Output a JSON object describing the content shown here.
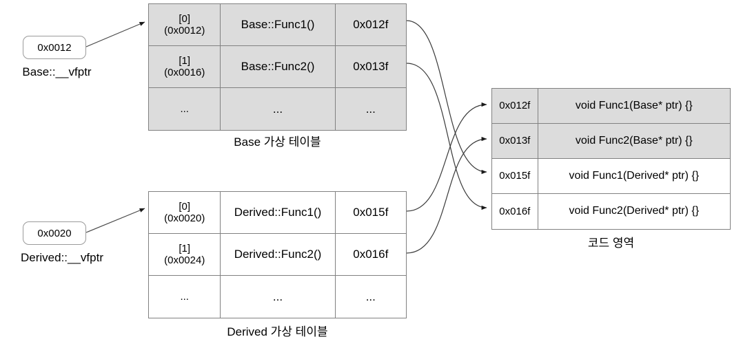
{
  "diagram": {
    "title": "C++ virtual table (vtable) layout diagram",
    "colors": {
      "fill_gray": "#dcdcdc",
      "fill_white": "#ffffff",
      "border": "#808080",
      "line": "#404040",
      "text": "#000000"
    }
  },
  "base_pointer": {
    "value": "0x0012",
    "label": "Base::__vfptr"
  },
  "derived_pointer": {
    "value": "0x0020",
    "label": "Derived::__vfptr"
  },
  "base_vtable": {
    "caption": "Base 가상 테이블",
    "fill": "gray",
    "rows": [
      {
        "index": "[0]\n(0x0012)",
        "name": "Base::Func1()",
        "address": "0x012f"
      },
      {
        "index": "[1]\n(0x0016)",
        "name": "Base::Func2()",
        "address": "0x013f"
      },
      {
        "index": "...",
        "name": "...",
        "address": "..."
      }
    ]
  },
  "derived_vtable": {
    "caption": "Derived 가상 테이블",
    "fill": "white",
    "rows": [
      {
        "index": "[0]\n(0x0020)",
        "name": "Derived::Func1()",
        "address": "0x015f"
      },
      {
        "index": "[1]\n(0x0024)",
        "name": "Derived::Func2()",
        "address": "0x016f"
      },
      {
        "index": "...",
        "name": "...",
        "address": "..."
      }
    ]
  },
  "code_area": {
    "caption": "코드 영역",
    "rows": [
      {
        "address": "0x012f",
        "signature": "void Func1(Base* ptr) {}",
        "fill": "gray"
      },
      {
        "address": "0x013f",
        "signature": "void Func2(Base* ptr) {}",
        "fill": "gray"
      },
      {
        "address": "0x015f",
        "signature": "void Func1(Derived* ptr) {}",
        "fill": "white"
      },
      {
        "address": "0x016f",
        "signature": "void Func2(Derived* ptr) {}",
        "fill": "white"
      }
    ]
  },
  "connections": [
    {
      "from": "base_pointer",
      "to": "base_vtable_row0",
      "style": "straight-arrow"
    },
    {
      "from": "derived_pointer",
      "to": "derived_vtable_row0",
      "style": "straight-arrow"
    },
    {
      "from": "base_vtable_row0_address",
      "to": "code_row_0x015f",
      "style": "curved-arrow"
    },
    {
      "from": "base_vtable_row1_address",
      "to": "code_row_0x016f",
      "style": "curved-arrow"
    },
    {
      "from": "derived_vtable_row0_address",
      "to": "code_row_0x012f",
      "style": "curved-arrow"
    },
    {
      "from": "derived_vtable_row1_address",
      "to": "code_row_0x013f",
      "style": "curved-arrow"
    }
  ]
}
